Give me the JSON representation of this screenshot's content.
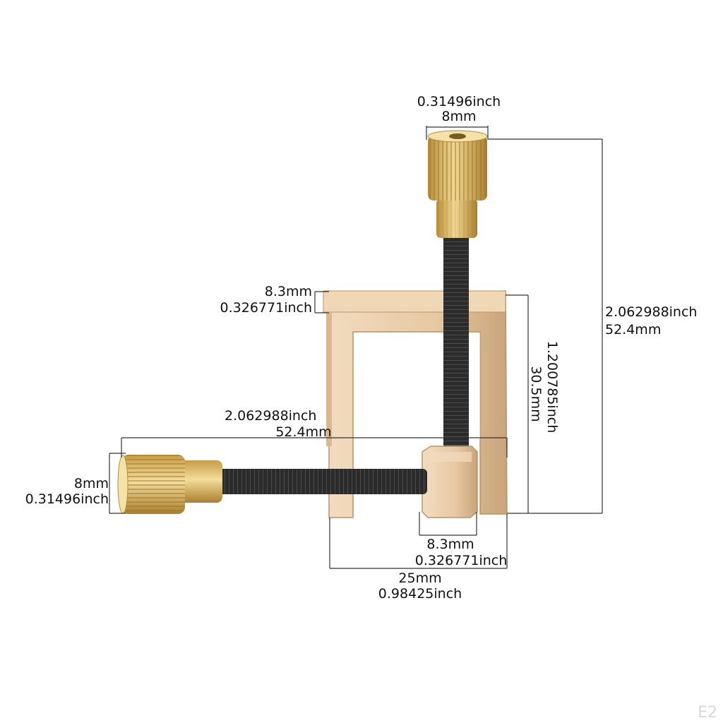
{
  "colors": {
    "brass": "#d9b25f",
    "brass_light": "#f1d892",
    "brass_dark": "#a97f2e",
    "frame": "#e7c9a3",
    "frame_shade": "#c9a57b",
    "screw": "#2a2a2a",
    "line": "#333333"
  },
  "dimensions": {
    "top_knob": {
      "inch": "0.31496inch",
      "mm": "8mm"
    },
    "total_height": {
      "inch": "2.062988inch",
      "mm": "52.4mm"
    },
    "frame_thickness": {
      "mm": "8.3mm",
      "inch": "0.326771inch"
    },
    "frame_height": {
      "inch": "1.200785inch",
      "mm": "30.5mm"
    },
    "total_length": {
      "inch": "2.062988inch",
      "mm": "52.4mm"
    },
    "side_knob": {
      "mm": "8mm",
      "inch": "0.31496inch"
    },
    "jaw_block": {
      "mm": "8.3mm",
      "inch": "0.326771inch"
    },
    "frame_width": {
      "mm": "25mm",
      "inch": "0.98425inch"
    }
  },
  "badge": "E2"
}
